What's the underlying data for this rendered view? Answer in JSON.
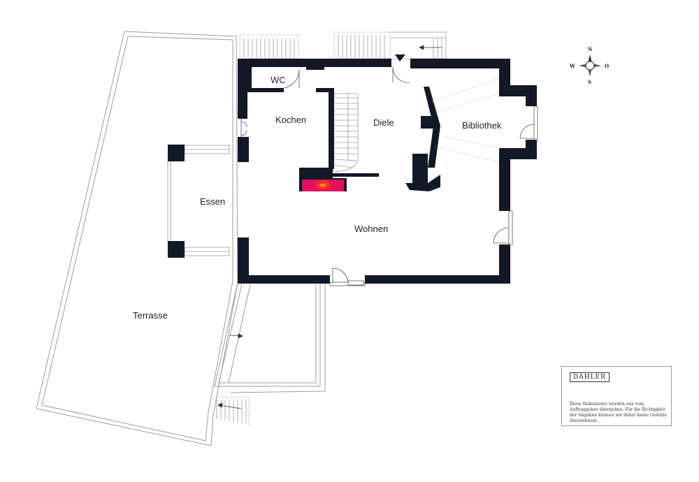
{
  "rooms": {
    "wc": "WC",
    "kochen": "Kochen",
    "diele": "Diele",
    "bibliothek": "Bibliothek",
    "essen": "Essen",
    "wohnen": "Wohnen",
    "terrasse": "Terrasse"
  },
  "compass": {
    "north": "N",
    "west": "W",
    "east": "O",
    "south": "S"
  },
  "disclaimer": {
    "brand": "DAHLER",
    "text": "Diese Dokumente wurden uns vom Auftraggeber übergeben. Für die Richtigkeit der Angaben können wir daher keine Gewähr übernehmen."
  },
  "colors": {
    "wall": "#121826",
    "outline": "#9b9b9b",
    "fireplace_outer": "#e0105e",
    "fireplace_inner": "#ff3b1f"
  },
  "icons": [
    "compass-rose-icon",
    "stair-arrow-icon",
    "fireplace-icon",
    "door-swing-icon"
  ]
}
